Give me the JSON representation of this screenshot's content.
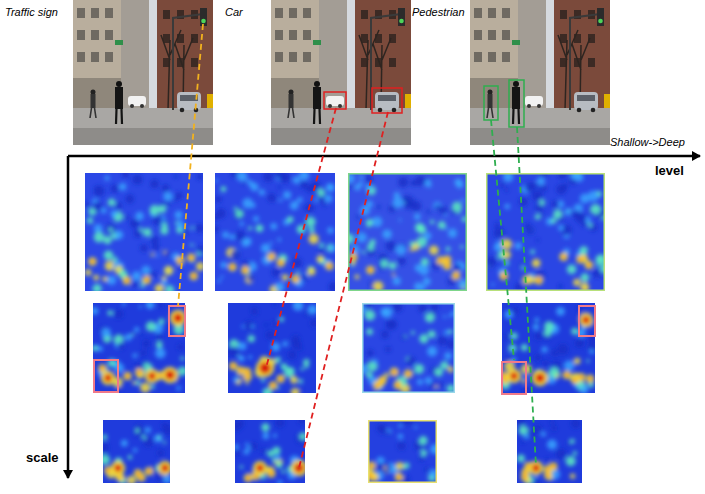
{
  "diagram": {
    "labels": [
      "Traffic sign",
      "Car",
      "Pedestrian",
      "Shallow->Deep",
      "level",
      "scale"
    ]
  }
}
